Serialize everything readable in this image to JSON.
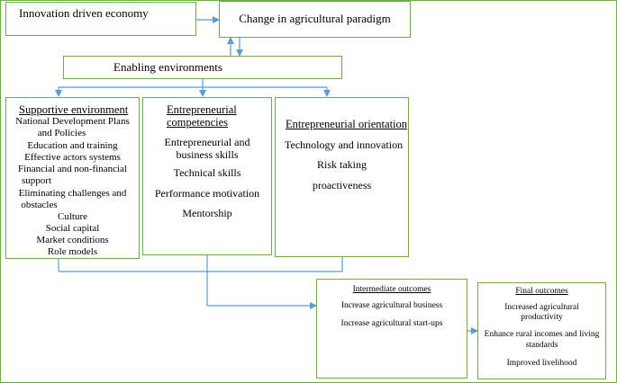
{
  "top": {
    "innovation": "Innovation driven economy",
    "paradigm": "Change in agricultural paradigm",
    "enabling": "Enabling environments"
  },
  "supportive": {
    "title": "Supportive environment",
    "items": [
      "National Development Plans",
      "and Policies",
      "Education and training",
      "Effective actors systems",
      "Financial and non-financial",
      "support",
      "Eliminating challenges and",
      "obstacles",
      "Culture",
      "Social capital",
      "Market conditions",
      "Role models"
    ]
  },
  "competencies": {
    "title_line1": "Entrepreneurial",
    "title_line2": "competencies",
    "items": [
      "Entrepreneurial  and",
      "business skills",
      "Technical skills",
      "Performance motivation",
      "Mentorship"
    ]
  },
  "orientation": {
    "title": "Entrepreneurial orientation",
    "items": [
      "Technology and innovation",
      "Risk taking",
      "proactiveness"
    ]
  },
  "intermediate": {
    "title": "Intermediate outcomes",
    "items": [
      "Increase agricultural business",
      "Increase agricultural start-ups"
    ]
  },
  "final": {
    "title": "Final outcomes",
    "items": [
      "Increased agricultural",
      "productivity",
      "Enhance rural incomes and living",
      "standards",
      "Improved livelihood"
    ]
  },
  "colors": {
    "box_border": "#70ad47",
    "arrow": "#5b9bd5"
  }
}
